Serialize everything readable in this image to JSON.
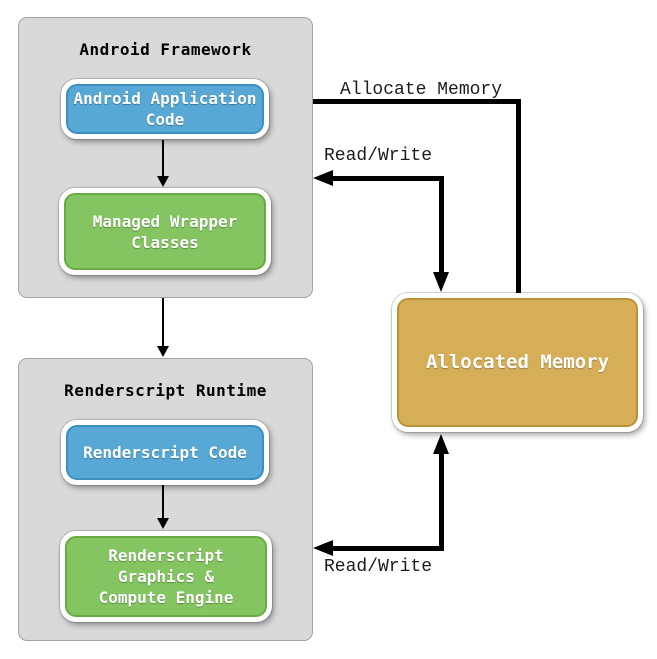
{
  "colors": {
    "background": "#ffffff",
    "panel_fill": "#d9d9d9",
    "panel_border": "#a3a3a3",
    "blue_fill": "#57a8d5",
    "blue_ring": "#3d8fc0",
    "green_fill": "#84c561",
    "green_ring": "#67ab41",
    "gold_fill": "#d6ae58",
    "gold_ring": "#ba9336",
    "arrow_color": "#000000",
    "box_text": "#ffffff",
    "title_text": "#000000",
    "edge_label_text": "#1c1c1c"
  },
  "framework": {
    "title": "Android Framework",
    "app_code_label": "Android Application\nCode",
    "wrapper_label": "Managed Wrapper\nClasses"
  },
  "runtime": {
    "title": "Renderscript Runtime",
    "code_label": "Renderscript Code",
    "engine_label": "Renderscript\nGraphics &\nCompute Engine"
  },
  "memory": {
    "label": "Allocated Memory"
  },
  "edges": {
    "allocate_label": "Allocate Memory",
    "read_write_top_label": "Read/Write",
    "read_write_bottom_label": "Read/Write"
  }
}
